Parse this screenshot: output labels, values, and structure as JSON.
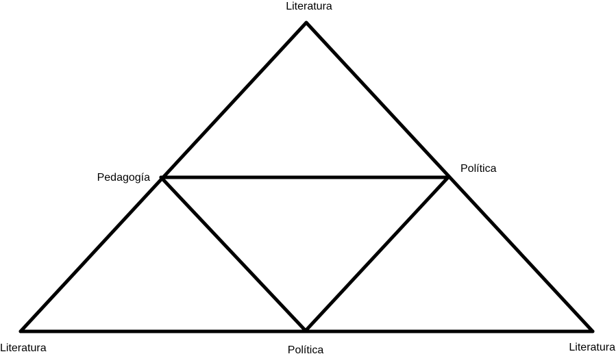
{
  "labels": {
    "top": "Literatura",
    "left_mid": "Pedagogía",
    "right_mid": "Política",
    "bottom_left": "Literatura",
    "bottom_mid": "Política",
    "bottom_right": "Literatura"
  },
  "colors": {
    "line": "#000000",
    "background": "#ffffff"
  }
}
